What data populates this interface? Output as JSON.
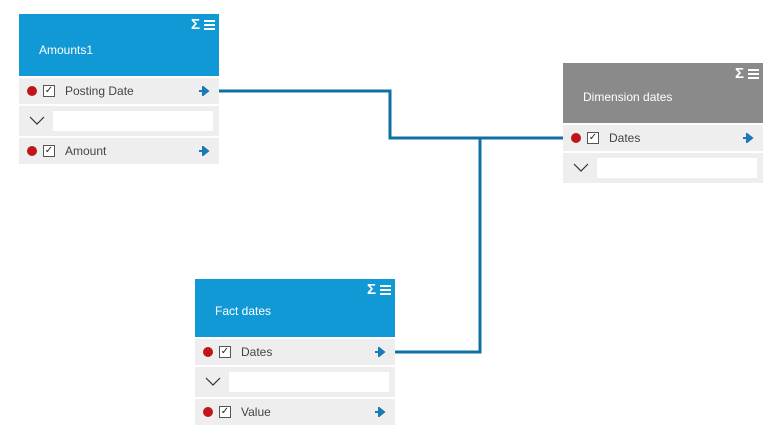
{
  "tables": [
    {
      "title": "Amounts1",
      "header_color": "#1199d6",
      "icons": [
        "sigma-icon",
        "menu-icon"
      ],
      "fields": [
        {
          "label": "Posting Date",
          "checked": true,
          "key": true
        },
        {
          "label": "Amount",
          "checked": true,
          "key": true
        }
      ],
      "filter": {
        "value": "",
        "placeholder": ""
      }
    },
    {
      "title": "Dimension dates",
      "header_color": "#8a8a8a",
      "icons": [
        "sigma-icon",
        "menu-icon"
      ],
      "fields": [
        {
          "label": "Dates",
          "checked": true,
          "key": true
        }
      ],
      "filter": {
        "value": "",
        "placeholder": ""
      }
    },
    {
      "title": "Fact dates",
      "header_color": "#1199d6",
      "icons": [
        "sigma-icon",
        "menu-icon"
      ],
      "fields": [
        {
          "label": "Dates",
          "checked": true,
          "key": true
        },
        {
          "label": "Value",
          "checked": true,
          "key": true
        }
      ],
      "filter": {
        "value": "",
        "placeholder": ""
      }
    }
  ],
  "relationships": [
    {
      "from": "Amounts1.Posting Date",
      "to": "Dimension dates.Dates"
    },
    {
      "from": "Fact dates.Dates",
      "to": "Dimension dates.Dates"
    }
  ],
  "symbols": {
    "sigma": "Σ",
    "check": "✓"
  },
  "colors": {
    "connector": "#0f6fa3",
    "key_dot": "#c0161b",
    "arrow": "#1a7ab8"
  }
}
